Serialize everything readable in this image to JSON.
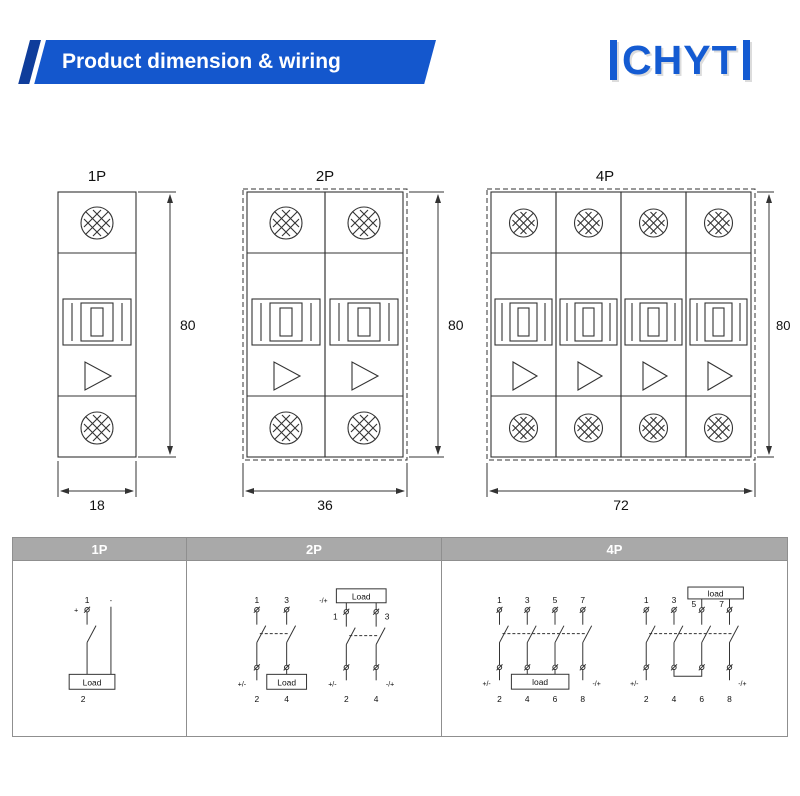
{
  "header": {
    "title": "Product dimension & wiring",
    "brand": "CHYT"
  },
  "colors": {
    "banner_blue": "#1457cd",
    "banner_dark_blue": "#0f3d9b",
    "logo_blue": "#145bd2",
    "table_header_gray": "#a9a9a9",
    "drawing_line": "#333333"
  },
  "drawings": [
    {
      "label": "1P",
      "height_mm": "80",
      "width_mm": "18"
    },
    {
      "label": "2P",
      "height_mm": "80",
      "width_mm": "36"
    },
    {
      "label": "4P",
      "height_mm": "80",
      "width_mm": "72"
    }
  ],
  "wiring": {
    "headers": [
      "1P",
      "2P",
      "4P"
    ],
    "load_label": "Load",
    "load_label_lower": "load",
    "polarity_pm": "+/-",
    "polarity_mp": "-/+",
    "plus": "+",
    "minus": "-",
    "terminals": [
      "1",
      "2",
      "3",
      "4",
      "5",
      "6",
      "7",
      "8"
    ]
  }
}
